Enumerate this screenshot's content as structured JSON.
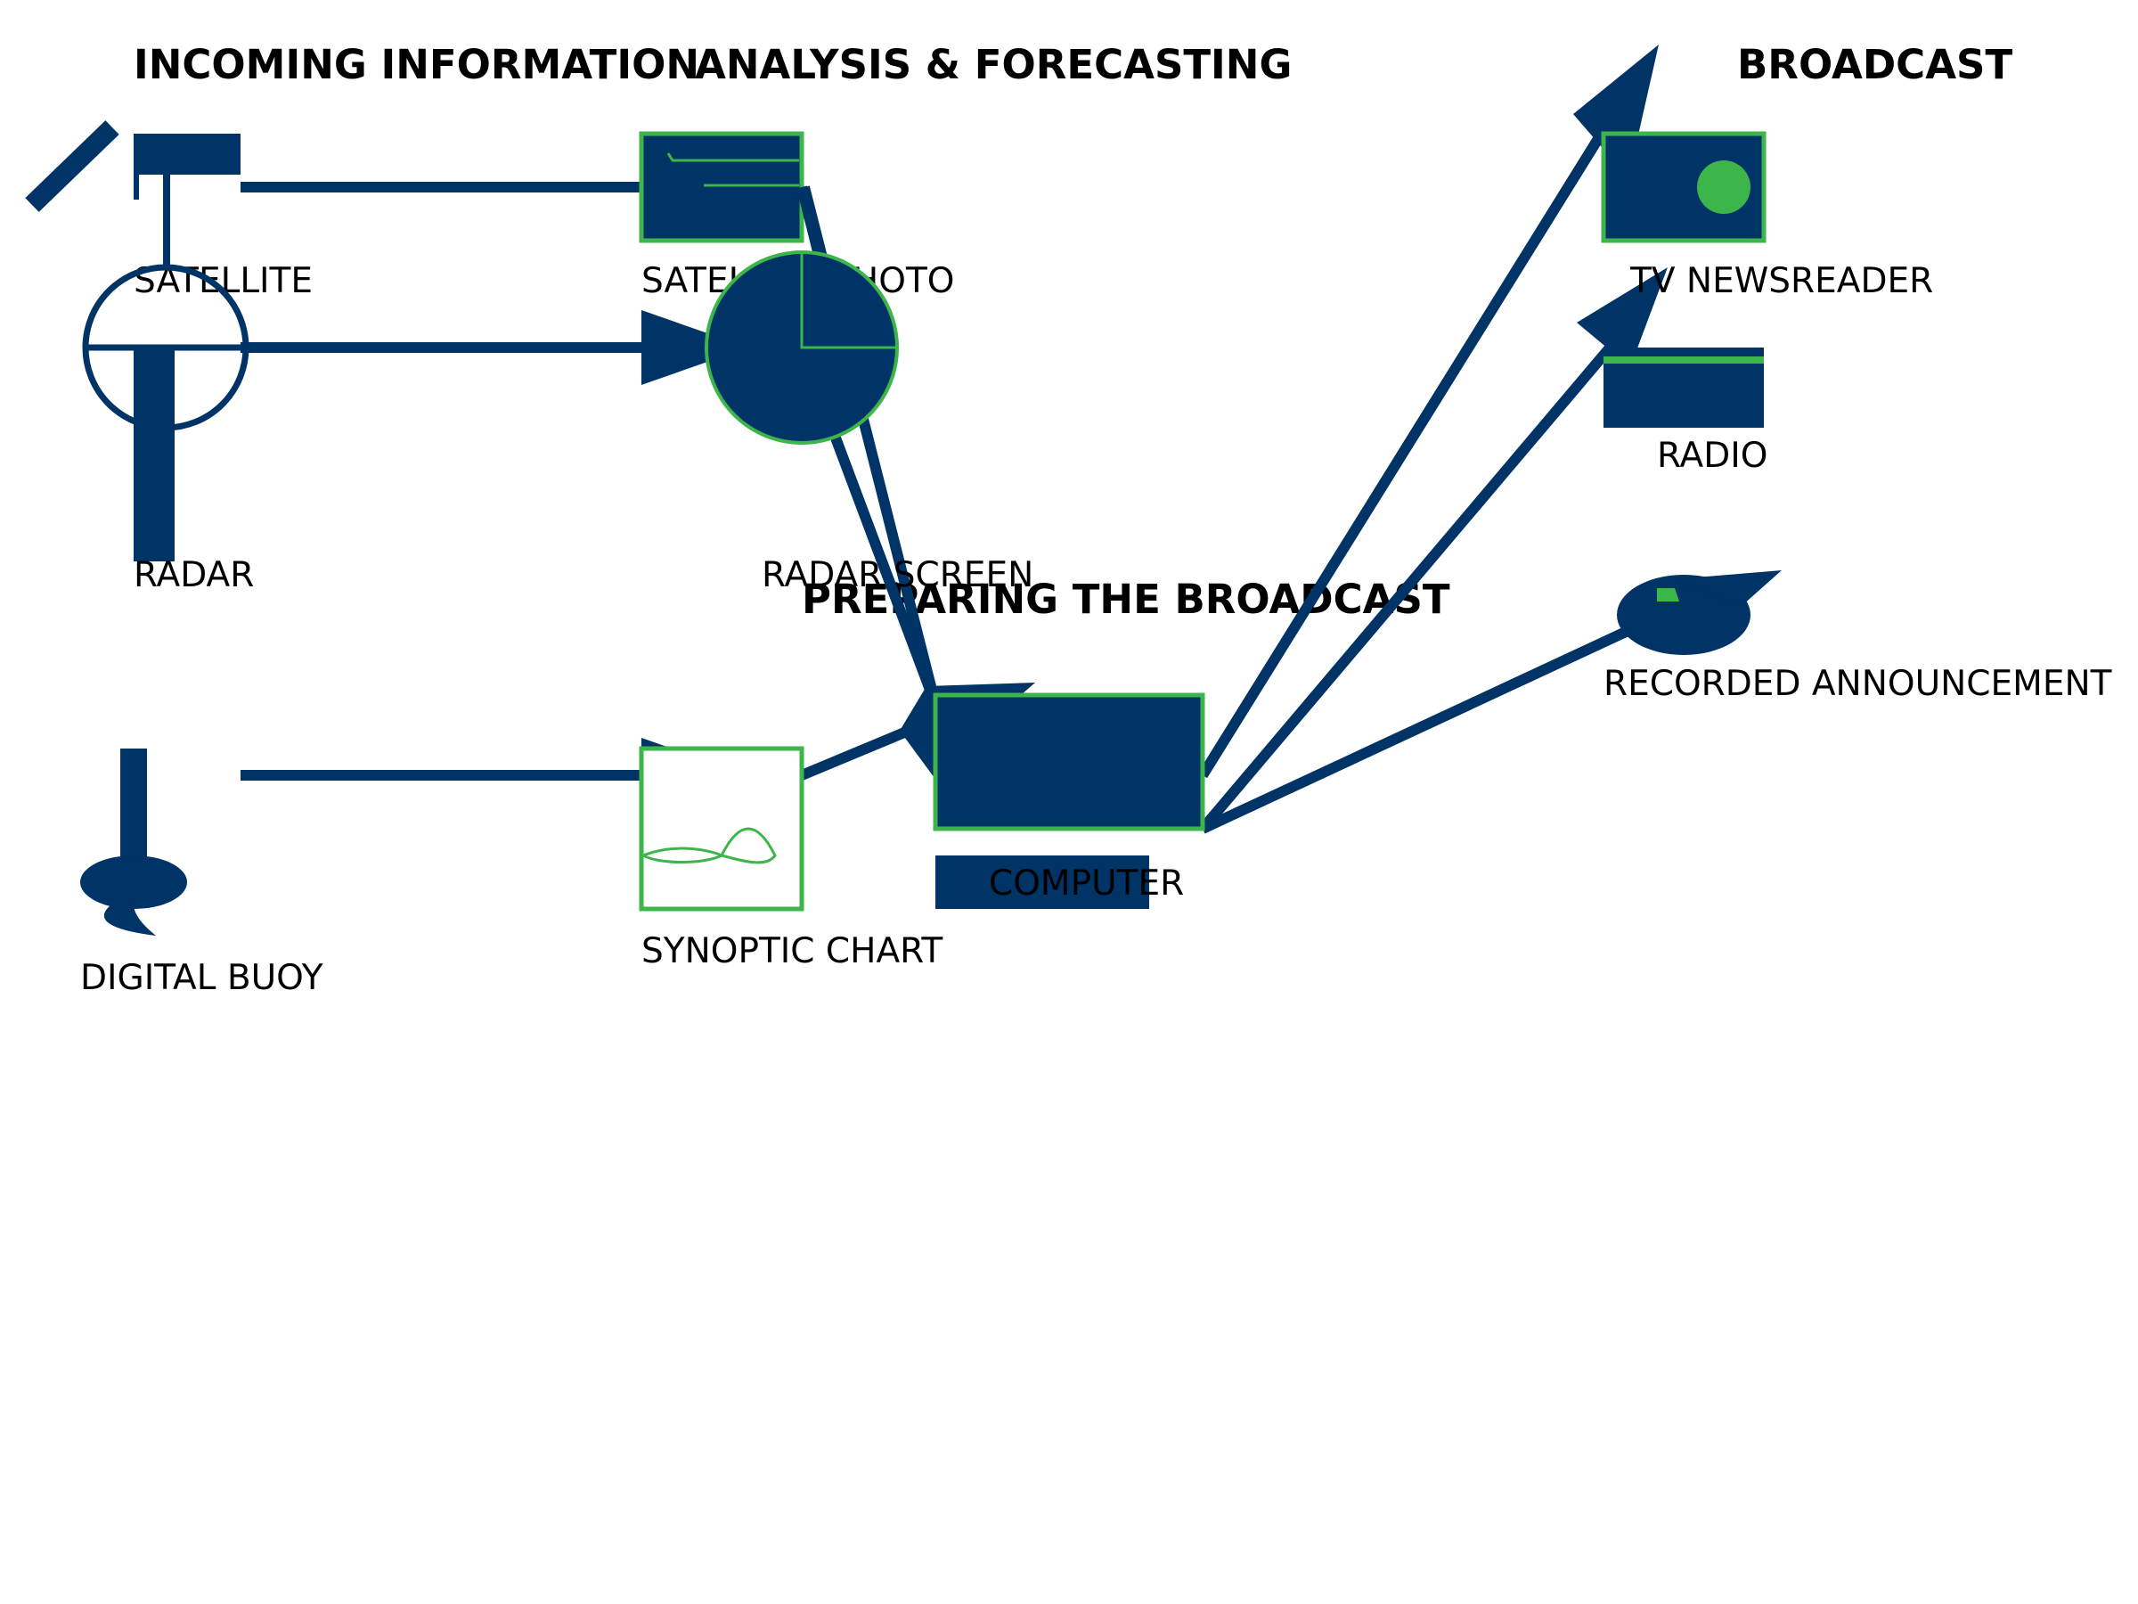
{
  "colors": {
    "navy": "#003366",
    "green": "#3cb54a",
    "text": "#000000",
    "background": "#ffffff"
  },
  "headings": {
    "incoming": "INCOMING INFORMATION",
    "analysis": "ANALYSIS & FORECASTING",
    "preparing": "PREPARING THE BROADCAST",
    "broadcast": "BROADCAST"
  },
  "labels": {
    "satellite": "SATELLITE",
    "radar": "RADAR",
    "digital_buoy": "DIGITAL BUOY",
    "satellite_photo": "SATELLITE PHOTO",
    "radar_screen": "RADAR SCREEN",
    "synoptic_chart": "SYNOPTIC CHART",
    "computer": "COMPUTER",
    "tv_newsreader": "TV NEWSREADER",
    "radio": "RADIO",
    "recorded_announcement": "RECORDED ANNOUNCEMENT"
  },
  "icons": {
    "satellite": "satellite-icon",
    "radar": "radar-dish-icon",
    "digital_buoy": "buoy-icon",
    "satellite_photo": "satellite-photo-icon",
    "radar_screen": "radar-screen-icon",
    "synoptic_chart": "synoptic-chart-icon",
    "computer": "computer-icon",
    "tv_newsreader": "tv-icon",
    "radio": "radio-icon",
    "recorded_announcement": "telephone-icon"
  },
  "connections": [
    {
      "from": "satellite",
      "to": "satellite_photo"
    },
    {
      "from": "radar",
      "to": "radar_screen"
    },
    {
      "from": "digital_buoy",
      "to": "synoptic_chart"
    },
    {
      "from": "satellite_photo",
      "to": "computer"
    },
    {
      "from": "radar_screen",
      "to": "computer"
    },
    {
      "from": "synoptic_chart",
      "to": "computer"
    },
    {
      "from": "computer",
      "to": "tv_newsreader"
    },
    {
      "from": "computer",
      "to": "radio"
    },
    {
      "from": "computer",
      "to": "recorded_announcement"
    }
  ]
}
